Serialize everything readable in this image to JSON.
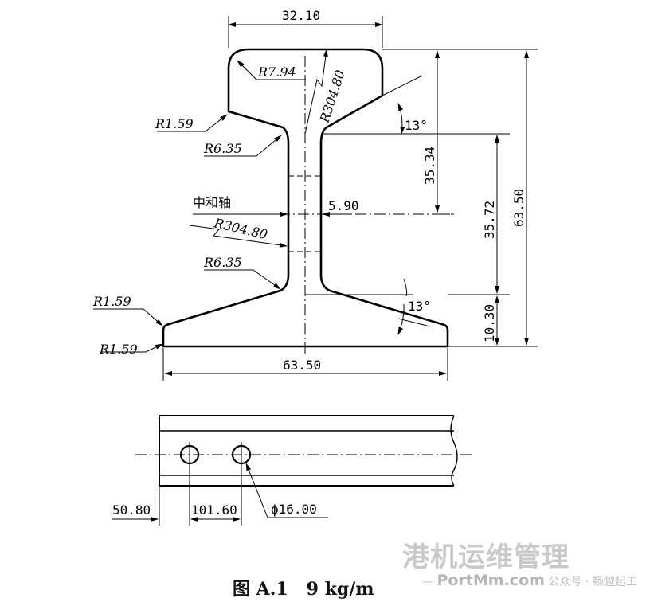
{
  "dims": {
    "head_width": "32.10",
    "r_head": "R7.94",
    "r_head_crown": "R304.80",
    "r_head_edge": "R1.59",
    "r_fillet_top": "R6.35",
    "angle_top": "13°",
    "h_head": "35.34",
    "neutral_axis": "中和轴",
    "web_thickness": "5.90",
    "r_web": "R304.80",
    "r_fillet_bottom": "R6.35",
    "r_base_top": "R1.59",
    "r_base_bottom": "R1.59",
    "angle_bottom": "13°",
    "h_web": "35.72",
    "h_total": "63.50",
    "h_base": "10.30",
    "base_width": "63.50"
  },
  "side_view": {
    "offset1": "50.80",
    "spacing": "101.60",
    "hole_diameter": "ϕ16.00"
  },
  "caption": "图 A.1   9 kg/m",
  "watermark": {
    "title": "港机运维管理",
    "sub_prefix": "公众号 · 畅越起工",
    "sub_brand": "PortMm.com"
  }
}
